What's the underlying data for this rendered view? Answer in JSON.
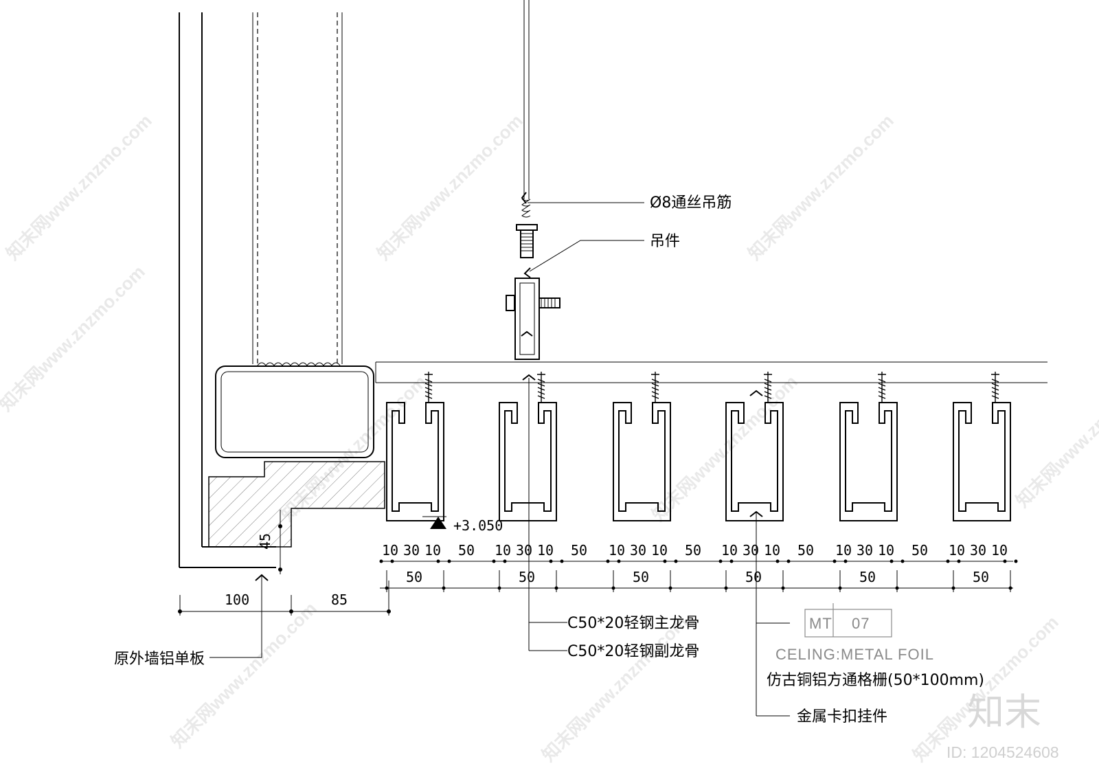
{
  "labels": {
    "rod": "Ø8通丝吊筋",
    "hanger": "吊件",
    "wall_panel": "原外墙铝单板",
    "main_keel": "C50*20轻钢主龙骨",
    "sub_keel": "C50*20轻钢副龙骨",
    "clip": "金属卡扣挂件",
    "grille": "仿古铜铝方通格栅(50*100mm)",
    "material_caption": "CELING:METAL FOIL",
    "tag_left": "MT",
    "tag_right": "07",
    "elevation": "+3.050"
  },
  "dimensions": {
    "row1": [
      "10",
      "30",
      "10",
      "50",
      "10",
      "30",
      "10",
      "50",
      "10",
      "30",
      "10",
      "50",
      "10",
      "30",
      "10",
      "50",
      "10",
      "30",
      "10",
      "50",
      "10",
      "30",
      "10"
    ],
    "row2": [
      "50",
      "50",
      "50",
      "50",
      "50",
      "50"
    ],
    "wall": [
      "100",
      "85"
    ],
    "height": "45"
  },
  "watermark": {
    "site": "知末网www.znzmo.com",
    "brand": "知末",
    "id": "ID: 1204524608"
  }
}
